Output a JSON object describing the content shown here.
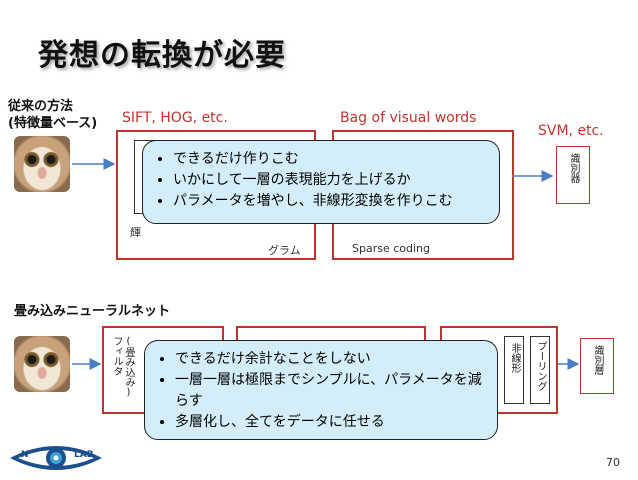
{
  "title": "発想の転換が必要",
  "top": {
    "method_label": [
      "従来の方法",
      "(特徴量ベース)"
    ],
    "feature_label": "SIFT, HOG, etc.",
    "bow_label": "Bag of visual words",
    "svm_label": "SVM, etc.",
    "feature_caption_partial": "輝",
    "feature_caption_tail": "グラム",
    "bow_caption": "Sparse coding",
    "classifier": "識別器",
    "callout": [
      "できるだけ作りこむ",
      "いかにして一層の表現能力を上げるか",
      "パラメータを増やし、非線形変換を作りこむ"
    ]
  },
  "bottom": {
    "cnn_label": "畳み込みニューラルネット",
    "filter_text": "(畳み込み)フィルタ",
    "nonlinear_text": "非線形",
    "pooling_text": "プーリング",
    "classifier_layer": "識別層",
    "callout": [
      "できるだけ余計なことをしない",
      "一層一層は極限までシンプルに、パラメータを減らす",
      "多層化し、全てをデータに任せる"
    ]
  },
  "footer": {
    "logo_left": "N",
    "logo_right": "LAB",
    "page_number": "70"
  },
  "colors": {
    "accent_red": "#c0352b",
    "callout_fill": "#d3eef8",
    "arrow_blue": "#4a7fc1"
  }
}
